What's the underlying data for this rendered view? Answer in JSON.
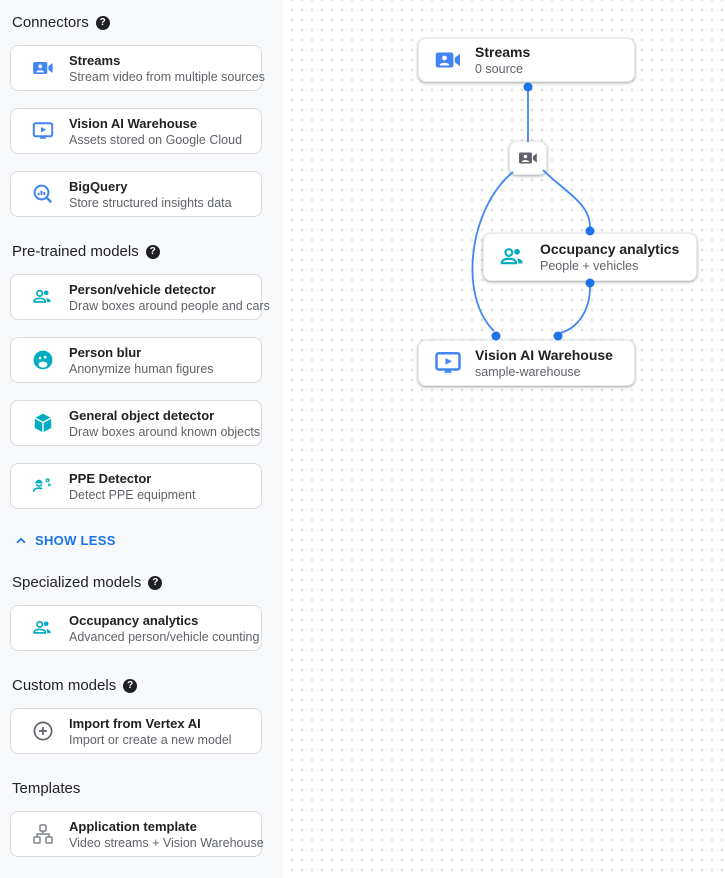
{
  "colors": {
    "accent_blue": "#4285f4",
    "link_blue": "#1a73e8",
    "teal": "#00acc1",
    "gray_icon": "#5f6368",
    "sidebar_bg": "#f8f9fa",
    "card_border": "#dadce0",
    "title_text": "#202124",
    "subtitle_text": "#5f6368"
  },
  "glyphs": {
    "help": "?"
  },
  "sidebar": {
    "show_less_label": "SHOW LESS",
    "sections": [
      {
        "title": "Connectors",
        "has_help": true,
        "items": [
          {
            "icon": "streams-icon",
            "title": "Streams",
            "subtitle": "Stream video from multiple sources"
          },
          {
            "icon": "warehouse-icon",
            "title": "Vision AI Warehouse",
            "subtitle": "Assets stored on Google Cloud"
          },
          {
            "icon": "bigquery-icon",
            "title": "BigQuery",
            "subtitle": "Store structured insights data"
          }
        ]
      },
      {
        "title": "Pre-trained models",
        "has_help": true,
        "items": [
          {
            "icon": "people-icon",
            "title": "Person/vehicle detector",
            "subtitle": "Draw boxes around people and cars"
          },
          {
            "icon": "person-blur-icon",
            "title": "Person blur",
            "subtitle": "Anonymize human figures"
          },
          {
            "icon": "cube-icon",
            "title": "General object detector",
            "subtitle": "Draw boxes around known objects"
          },
          {
            "icon": "ppe-icon",
            "title": "PPE Detector",
            "subtitle": "Detect PPE equipment"
          }
        ]
      },
      {
        "title": "Specialized models",
        "has_help": true,
        "items": [
          {
            "icon": "people-icon",
            "title": "Occupancy analytics",
            "subtitle": "Advanced person/vehicle counting"
          }
        ]
      },
      {
        "title": "Custom models",
        "has_help": true,
        "items": [
          {
            "icon": "plus-circle-icon",
            "title": "Import from Vertex AI",
            "subtitle": "Import or create a new model"
          }
        ]
      },
      {
        "title": "Templates",
        "has_help": false,
        "items": [
          {
            "icon": "app-template-icon",
            "title": "Application template",
            "subtitle": "Video streams + Vision Warehouse"
          }
        ]
      }
    ]
  },
  "canvas": {
    "nodes": [
      {
        "id": "streams",
        "icon": "streams-icon",
        "title": "Streams",
        "subtitle": "0 source"
      },
      {
        "id": "junction",
        "icon": "camera-icon"
      },
      {
        "id": "occupancy",
        "icon": "people-icon",
        "title": "Occupancy analytics",
        "subtitle": "People + vehicles"
      },
      {
        "id": "warehouse",
        "icon": "warehouse-icon",
        "title": "Vision AI Warehouse",
        "subtitle": "sample-warehouse"
      }
    ],
    "edges": [
      {
        "from": "streams",
        "to": "junction"
      },
      {
        "from": "junction",
        "to": "occupancy"
      },
      {
        "from": "junction",
        "to": "warehouse"
      },
      {
        "from": "occupancy",
        "to": "warehouse"
      }
    ]
  }
}
